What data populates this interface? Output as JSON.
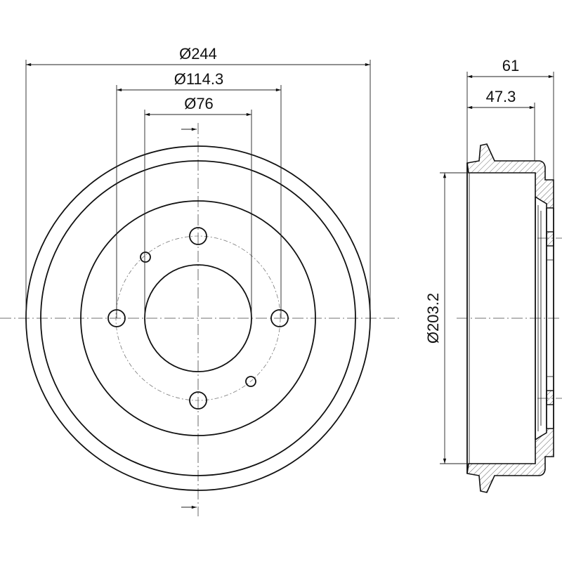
{
  "drawing": {
    "title": "Brake drum technical drawing",
    "front_view": {
      "dim_outer_diameter": "Ø244",
      "dim_bolt_circle": "Ø114.3",
      "dim_center_bore": "Ø76"
    },
    "side_view": {
      "dim_total_width": "61",
      "dim_inner_depth": "47.3",
      "dim_braking_diameter": "Ø203.2"
    },
    "colors": {
      "line": "#111111",
      "background": "#ffffff"
    }
  }
}
